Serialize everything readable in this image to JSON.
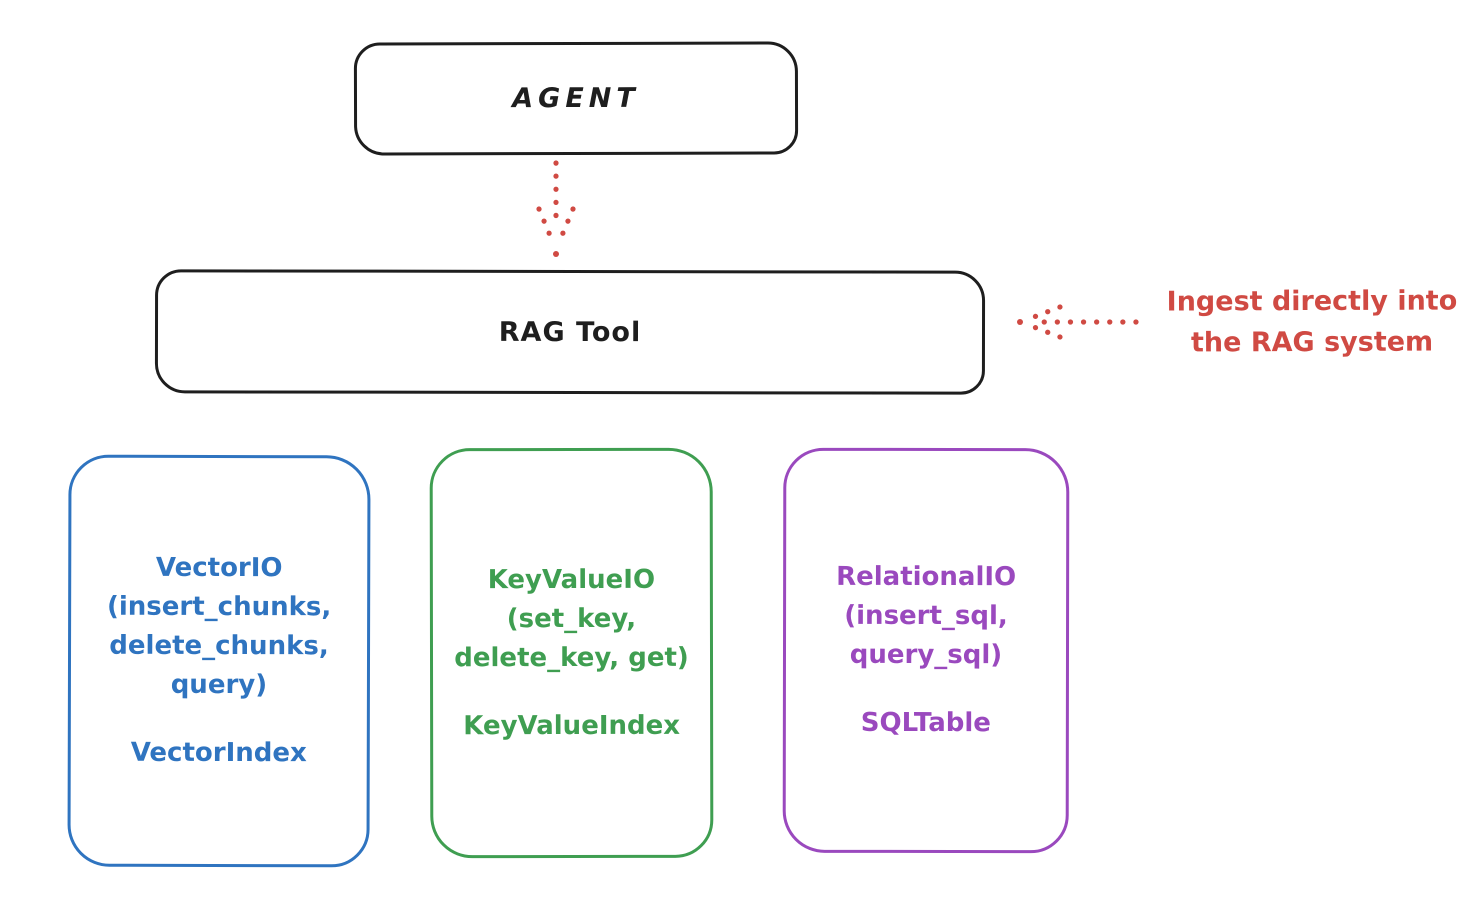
{
  "agent": {
    "label": "AGENT"
  },
  "rag_tool": {
    "label": "RAG Tool"
  },
  "annotation": {
    "line1": "Ingest directly into",
    "line2": "the RAG system"
  },
  "storage_boxes": [
    {
      "title": "VectorIO",
      "method_lines": [
        "(insert_chunks,",
        "delete_chunks,",
        "query)"
      ],
      "index_label": "VectorIndex",
      "color": "#2f74c0"
    },
    {
      "title": "KeyValueIO",
      "method_lines": [
        "(set_key,",
        "delete_key, get)"
      ],
      "index_label": "KeyValueIndex",
      "color": "#3f9e51"
    },
    {
      "title": "RelationalIO",
      "method_lines": [
        "(insert_sql,",
        "query_sql)"
      ],
      "index_label": "SQLTable",
      "color": "#9a49be"
    }
  ],
  "colors": {
    "stroke": "#1e1e1e",
    "red": "#d04a43",
    "blue": "#2f74c0",
    "green": "#3f9e51",
    "purple": "#9a49be",
    "background": "#ffffff"
  }
}
